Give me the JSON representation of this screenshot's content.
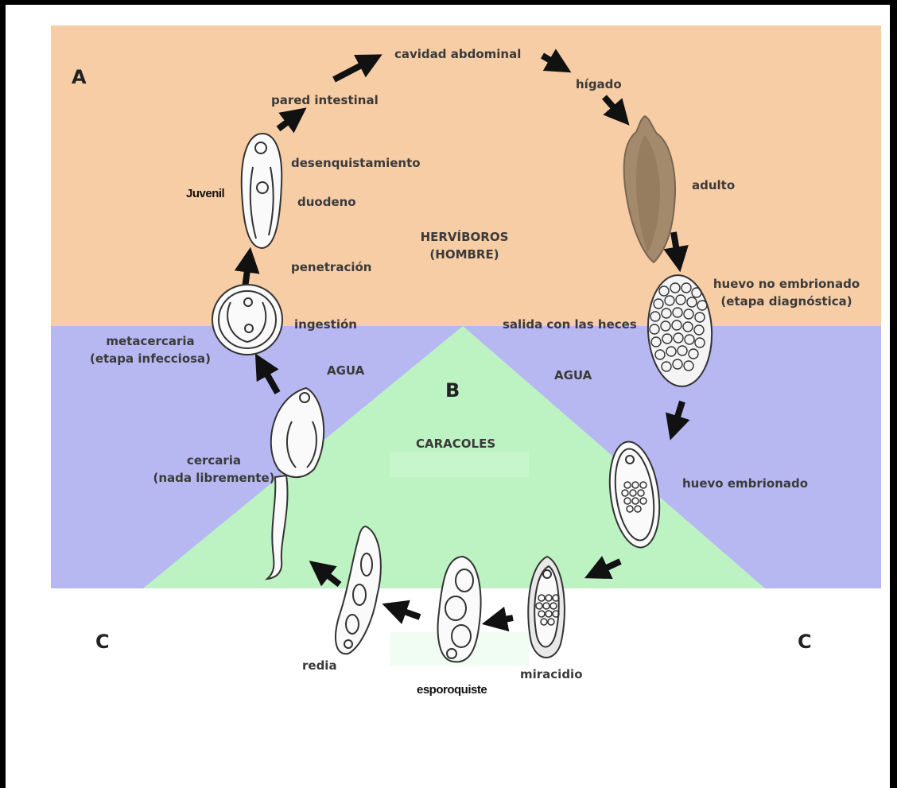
{
  "zones": {
    "a": "A",
    "b": "B",
    "c_left": "C",
    "c_right": "C"
  },
  "labels": {
    "cavidad_abdominal": "cavidad abdominal",
    "higado": "hígado",
    "pared_intestinal": "pared intestinal",
    "desenquistamiento": "desenquistamiento",
    "juvenil": "Juvenil",
    "duodeno": "duodeno",
    "adulto": "adulto",
    "hervivoros_line1": "HERVÍBOROS",
    "hervivoros_line2": "(HOMBRE)",
    "penetracion": "penetración",
    "huevo_no_embrionado_line1": "huevo no embrionado",
    "huevo_no_embrionado_line2": "(etapa diagnóstica)",
    "ingestion": "ingestión",
    "salida_heces": "salida con las heces",
    "metacercaria_line1": "metacercaria",
    "metacercaria_line2": "(etapa infecciosa)",
    "agua_left": "AGUA",
    "agua_right": "AGUA",
    "caracoles": "CARACOLES",
    "cercaria_line1": "cercaria",
    "cercaria_line2": "(nada libremente)",
    "huevo_embrionado": "huevo embrionado",
    "redia": "redia",
    "miracidio": "miracidio",
    "esporoquiste": "esporoquiste"
  },
  "colors": {
    "host_zone": "#f7cda5",
    "water_zone": "#b7b8f2",
    "snail_zone": "#bdf3c3",
    "arrow": "#111111",
    "frame": "#000000"
  }
}
